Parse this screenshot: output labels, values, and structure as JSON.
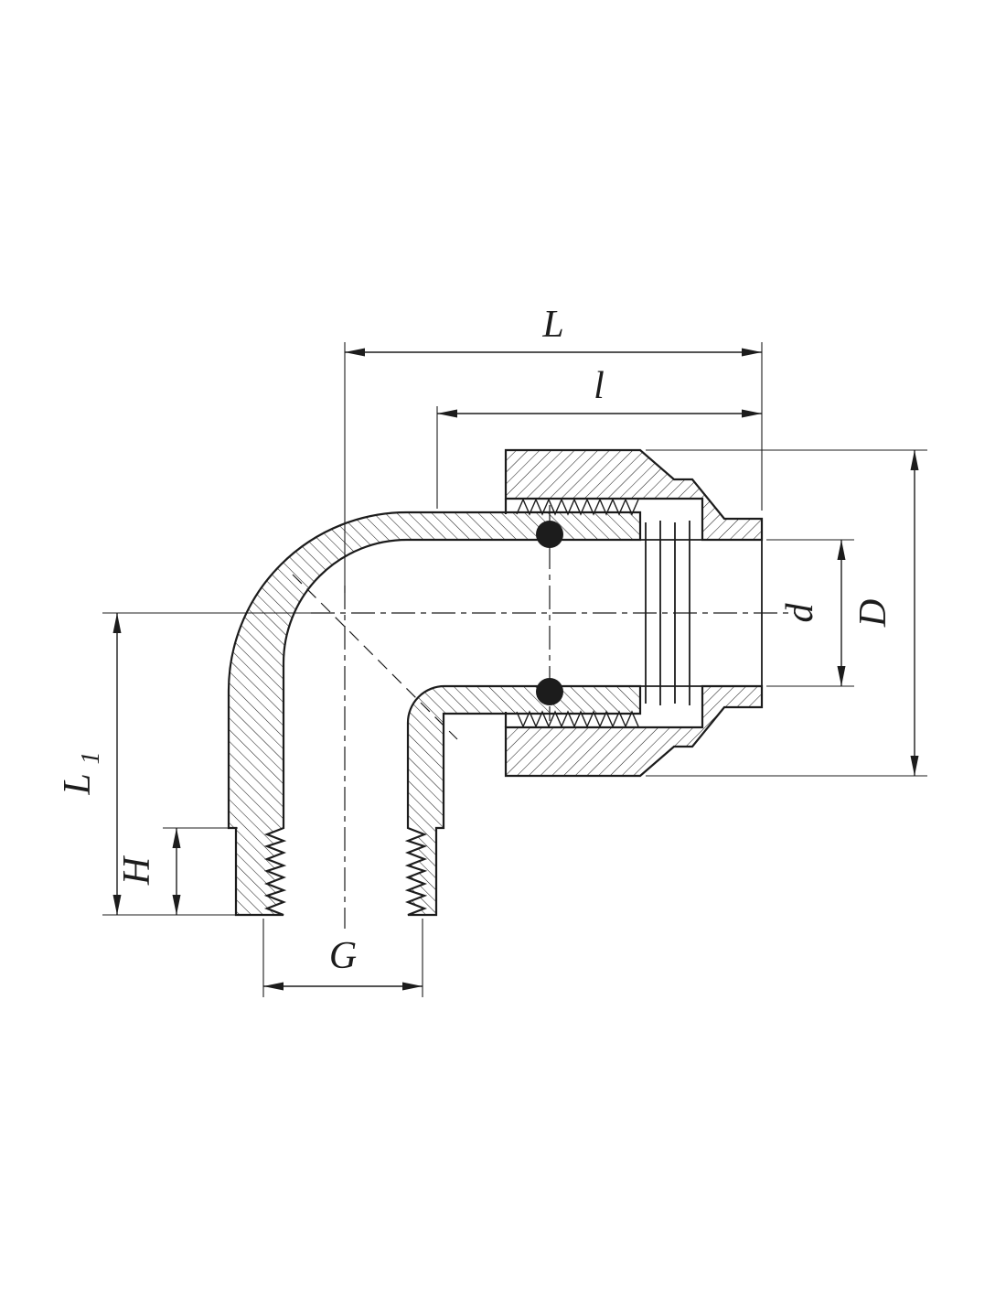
{
  "drawing": {
    "ink_color": "#1c1c1c",
    "background_color": "#ffffff"
  },
  "dimension_labels": {
    "L": "L",
    "l": "l",
    "D": "D",
    "d": "d",
    "L1_base": "L",
    "L1_subscript": "1",
    "H": "H",
    "G": "G"
  }
}
